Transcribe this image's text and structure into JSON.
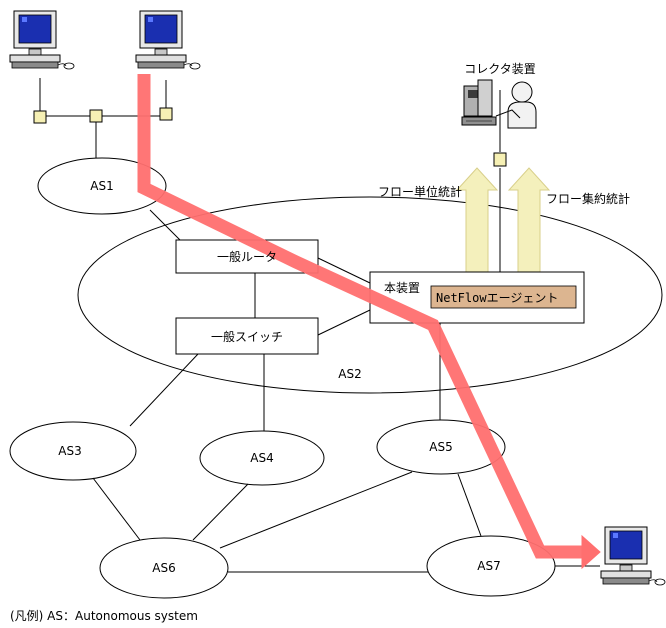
{
  "labels": {
    "as1": "AS1",
    "as2": "AS2",
    "as3": "AS3",
    "as4": "AS4",
    "as5": "AS5",
    "as6": "AS6",
    "as7": "AS7",
    "router": "一般ルータ",
    "switch": "一般スイッチ",
    "device": "本装置",
    "agent": "NetFlowエージェント",
    "collector": "コレクタ装置",
    "flow_unit": "フロー単位統計",
    "flow_agg": "フロー集約統計",
    "legend": "(凡例) AS：Autonomous system"
  },
  "icons": [
    "computer-icon",
    "collector-workstation-icon",
    "user-icon",
    "connector-icon"
  ],
  "colors": {
    "flow_path": "#ff6f6f",
    "arrow_fill": "#f4f0bc",
    "agent_box": "#dcb590",
    "connector": "#f6f0b4",
    "monitor_screen": "#1a2fb0"
  }
}
